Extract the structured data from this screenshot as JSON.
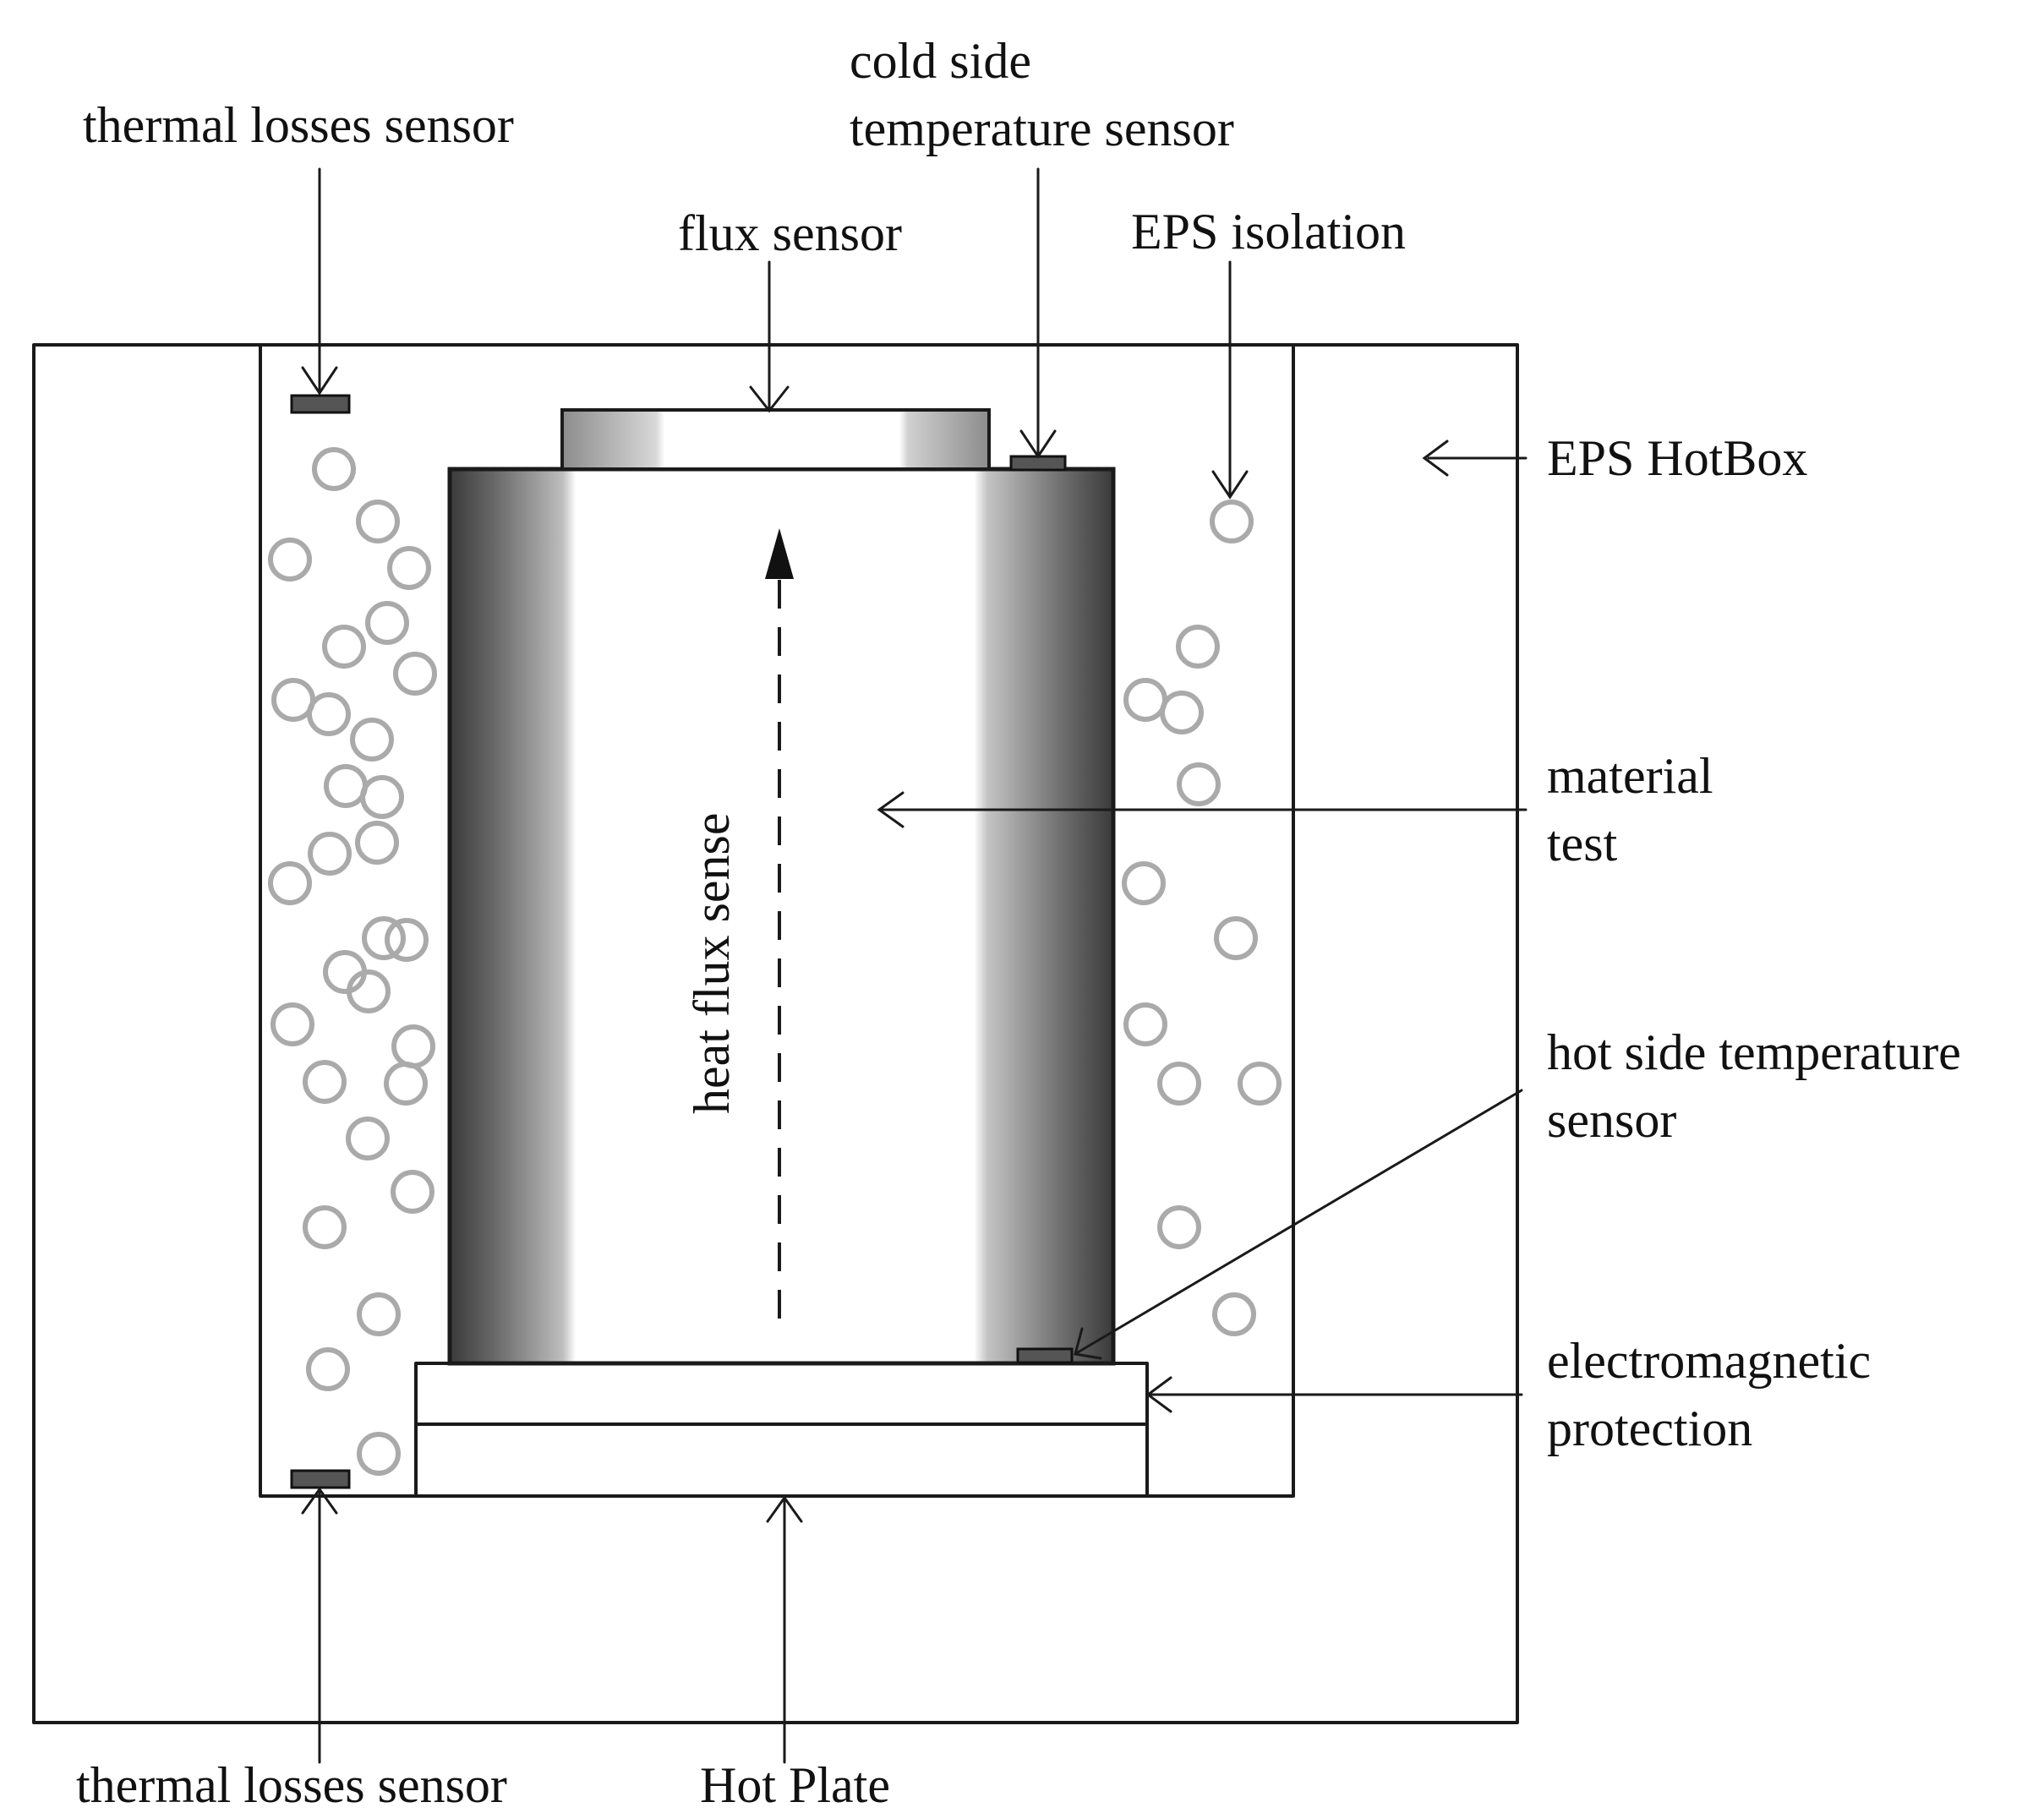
{
  "labels": {
    "thermal_losses_top": "thermal losses sensor",
    "cold_side_line1": "cold side",
    "cold_side_line2": "temperature sensor",
    "flux_sensor": "flux sensor",
    "eps_isolation": "EPS isolation",
    "eps_hotbox": "EPS HotBox",
    "material_line1": "material",
    "material_line2": "test",
    "heat_flux_sense": "heat flux sense",
    "hot_side_line1": "hot side temperature",
    "hot_side_line2": "sensor",
    "em_line1": "electromagnetic",
    "em_line2": "protection",
    "thermal_losses_bottom": "thermal losses sensor",
    "hot_plate": "Hot Plate"
  },
  "colors": {
    "line": "#1a1a1a",
    "bead": "#aaaaaa",
    "cylinder_dark": "#3a3a3a",
    "cylinder_light": "#ffffff"
  }
}
